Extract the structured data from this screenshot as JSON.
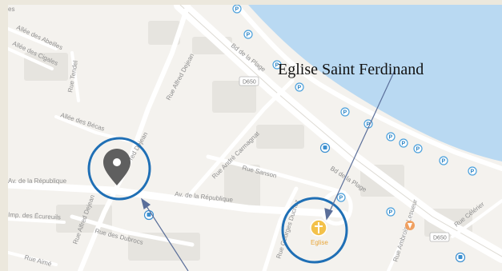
{
  "map": {
    "water_color": "#b9d9f2",
    "land_color": "#f4f2ee",
    "road_color": "#ffffff",
    "building_color": "#e4e2dd",
    "annotation_color": "#1f6fb5",
    "pin_color": "#5f5f5f",
    "icons": [
      "map-pin-icon",
      "church-icon",
      "bus-stop-icon",
      "restaurant-icon",
      "parking-icon"
    ],
    "streets": {
      "bd_de_la_plage": "Bd de la Plage",
      "bd_de_la_plage_lower": "Bd de la Plage",
      "av_republique_left": "Av. de la République",
      "av_republique_right": "Av. de la République",
      "rue_alfred_dejean_top": "Rue Alfred Dejean",
      "rue_alfred_dejean_mid": "red Dejean",
      "rue_alfred_dejean_bottom": "Rue Alfred Dejean",
      "allee_des_becasses": "Allée des Bécas",
      "rue_andre_carmagnat": "Rue André Carmagnat",
      "rue_sanson": "Rue Sanson",
      "rue_des_dubrocs": "Rue des Dubrocs",
      "rue_georges_duchez": "Rue Georges Duchez",
      "rue_ambroise_lesueur": "Rue Ambroise Lesueur",
      "rue_celerier": "Rue Célérier",
      "imp_des_ecureuils": "Imp. des Écureuils",
      "rue_tendel": "Rue Tendel",
      "allee_des_cigales": "Allée des Cigales",
      "allee_des_abeilles": "Allée des Abeilles",
      "rue_aime": "Rue Aimé",
      "top_left": "es"
    },
    "route_badges": [
      "D650",
      "D650"
    ],
    "parking_label": "P",
    "poi_label": "Eglise"
  },
  "annotation": {
    "callout_label": "Eglise Saint Ferdinand"
  }
}
